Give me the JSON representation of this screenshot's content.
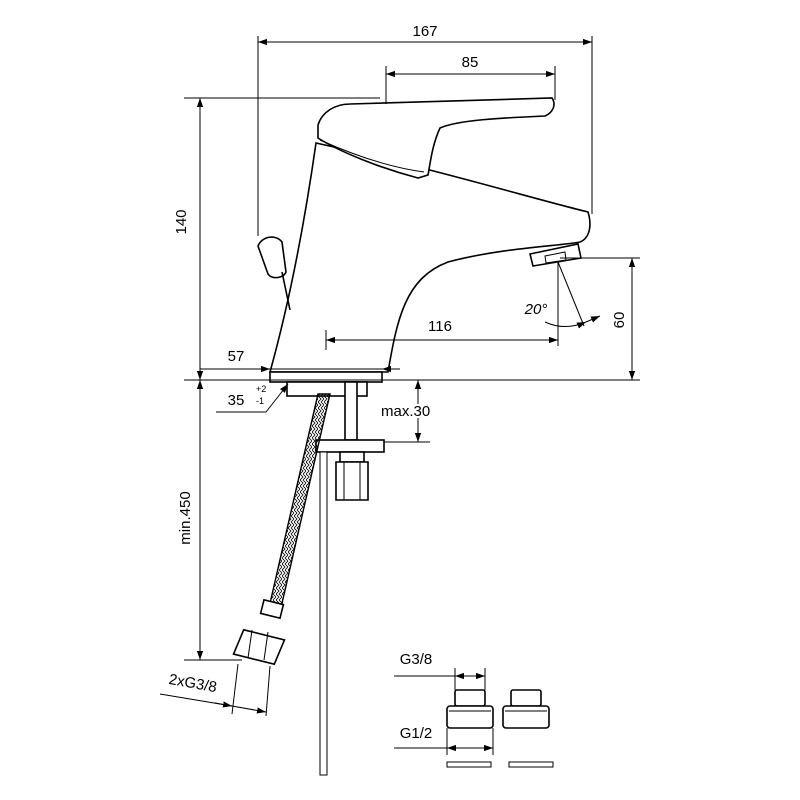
{
  "dimensions": {
    "width_total": "167",
    "handle_reach": "85",
    "height": "140",
    "spout_clearance": "60",
    "spout_reach": "116",
    "base_diameter": "57",
    "hole_diameter": "35",
    "hole_tol_upper": "+2",
    "hole_tol_lower": "-1",
    "deck_thickness": "max.30",
    "hose_length": "min.450",
    "hose_connection": "2xG3/8",
    "spout_angle": "20°",
    "adapter_top": "G3/8",
    "adapter_bottom": "G1/2"
  }
}
